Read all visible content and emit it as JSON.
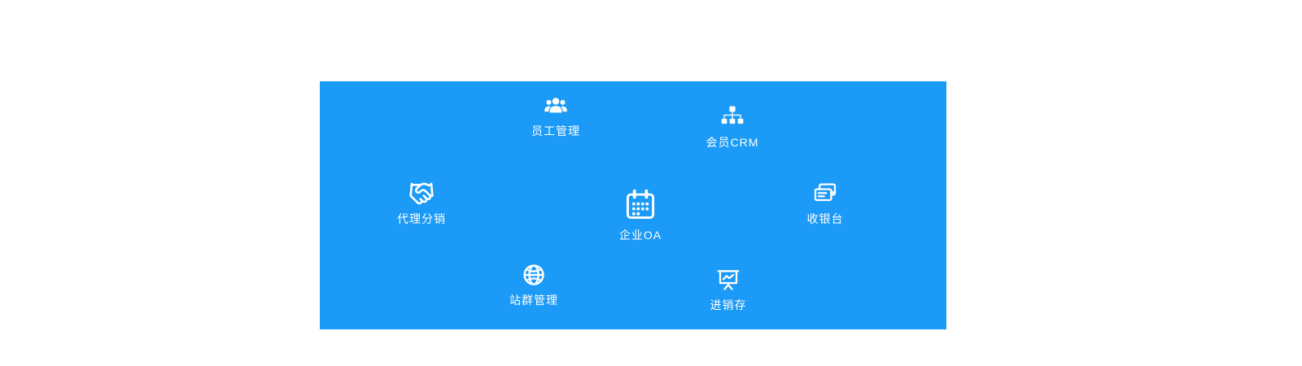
{
  "colors": {
    "panel_background": "#1b9af7",
    "icon_color": "#ffffff",
    "text_color": "#ffffff"
  },
  "items": [
    {
      "label": "员工管理",
      "icon": "users-icon"
    },
    {
      "label": "会员CRM",
      "icon": "org-chart-icon"
    },
    {
      "label": "代理分销",
      "icon": "handshake-icon"
    },
    {
      "label": "企业OA",
      "icon": "calendar-icon"
    },
    {
      "label": "收银台",
      "icon": "cashier-icon"
    },
    {
      "label": "站群管理",
      "icon": "globe-icon"
    },
    {
      "label": "进销存",
      "icon": "presentation-chart-icon"
    }
  ]
}
